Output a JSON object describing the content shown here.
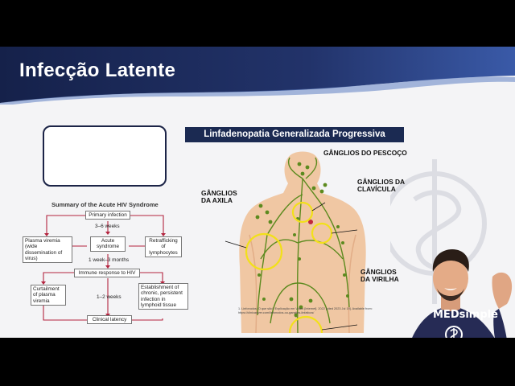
{
  "slide": {
    "title": "Infecção Latente"
  },
  "flowchart": {
    "title": "Summary of the Acute HIV Syndrome",
    "primary": "Primary infection",
    "interval_1": "3–6 weeks",
    "plasma_viremia": "Plasma viremia (wide dissemination of virus)",
    "acute_syndrome": "Acute syndrome",
    "retrafficking": "Retrafficking of lymphocytes",
    "interval_2": "1 week–3 months",
    "immune_response": "Immune response to HIV",
    "curtailment": "Curtailment of plasma viremia",
    "interval_3": "1–2 weeks",
    "establishment": "Establishment of chronic, persistent infection in lymphoid tissue",
    "clinical_latency": "Clinical latency"
  },
  "figure": {
    "banner": "Linfadenopatia Generalizada Progressiva",
    "labels": {
      "neck": "GÂNGLIOS DO PESCOÇO",
      "clavicle": "GÂNGLIOS DA CLAVÍCULA",
      "axilla": "GÂNGLIOS DA AXILA",
      "groin": "GÂNGLIOS DA VIRILHA"
    },
    "citation": "1. Linfonodos: O que são? Explicação em Vídeo [Internet]. 2022 [cited 2023 Jul 19]. Available from: https://clinicaviver.com/linfonodos-ou-ganglios-linfaticos/"
  },
  "presenter": {
    "shirt_logo": "MEDsimple"
  },
  "colors": {
    "header_navy": "#1b2a52",
    "header_blue": "#2f4a8a",
    "flow_arrow": "#b3243f",
    "node_green": "#5c8a1e",
    "highlight_yellow": "#f2e01a",
    "skin": "#f0c7a3"
  }
}
